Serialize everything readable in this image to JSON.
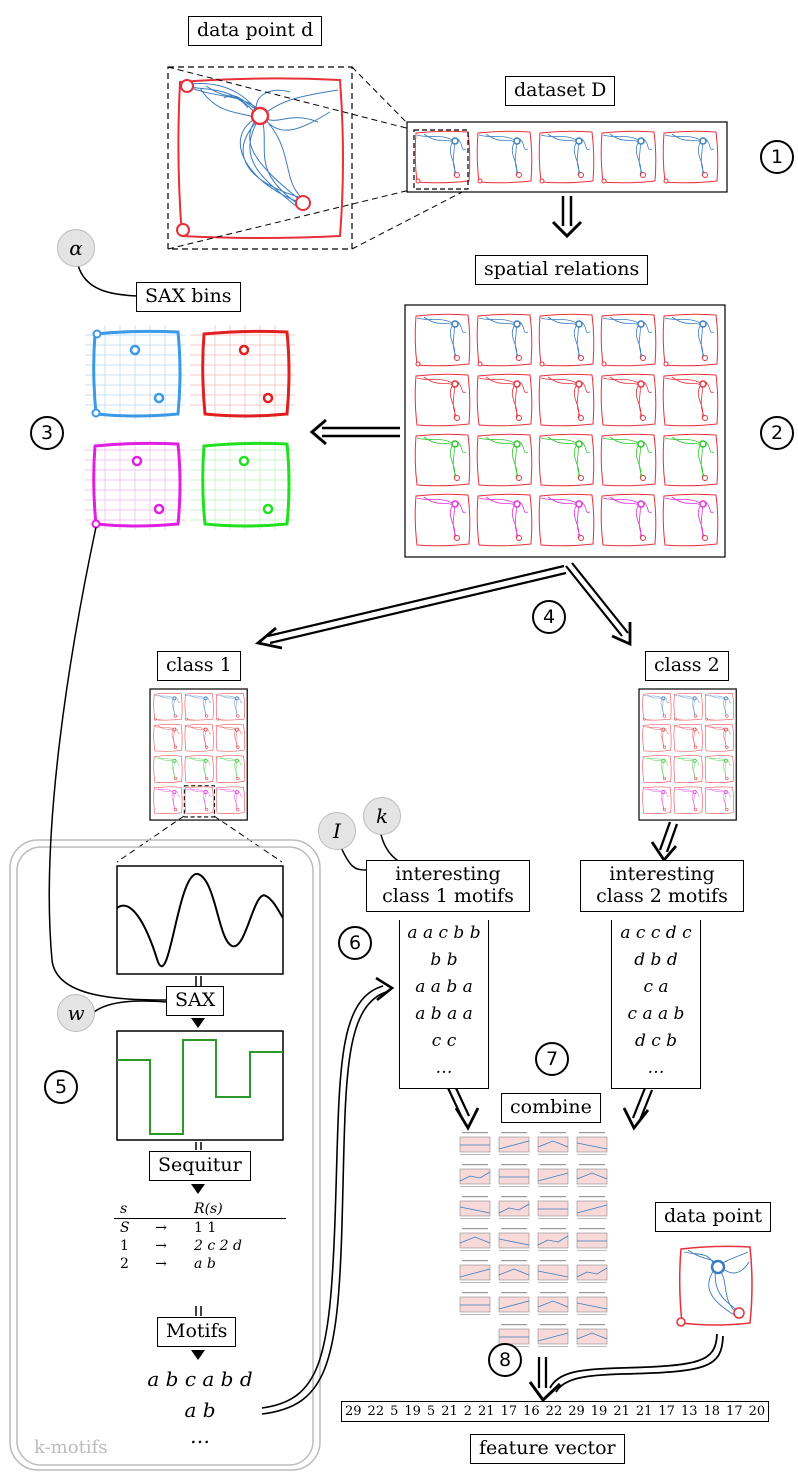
{
  "labels": {
    "data_point_d": "data point d",
    "dataset_D": "dataset D",
    "spatial_relations": "spatial relations",
    "sax_bins": "SAX bins",
    "class1": "class 1",
    "class2": "class 2",
    "interesting1": "interesting class 1 motifs",
    "interesting2": "interesting class 2 motifs",
    "sax": "SAX",
    "sequitur": "Sequitur",
    "motifs": "Motifs",
    "combine": "combine",
    "data_point": "data point",
    "feature_vector": "feature vector",
    "k_motifs": "k-motifs"
  },
  "steps": [
    "1",
    "2",
    "3",
    "4",
    "5",
    "6",
    "7",
    "8"
  ],
  "params": {
    "alpha": "α",
    "I": "I",
    "k": "k",
    "w": "w"
  },
  "class1_motifs": [
    "a a c b b",
    "b b",
    "a a b a",
    "a b a a",
    "c c",
    "…"
  ],
  "class2_motifs": [
    "a c c d c",
    "d b d",
    "c a",
    "c a a b",
    "d c b",
    "…"
  ],
  "grammar": {
    "header": [
      "s",
      "R(s)"
    ],
    "rows": [
      [
        "S",
        "→",
        "1 1"
      ],
      [
        "1",
        "→",
        "2 c 2 d"
      ],
      [
        "2",
        "→",
        "a b"
      ]
    ]
  },
  "motif_output": [
    "a b c a b d",
    "a b",
    "…"
  ],
  "feature_vector": [
    "29",
    "22",
    "5",
    "19",
    "5",
    "21",
    "2",
    "21",
    "17",
    "16",
    "22",
    "29",
    "19",
    "21",
    "21",
    "17",
    "13",
    "18",
    "17",
    "20"
  ],
  "colors": {
    "blue": "#3a7cc0",
    "red": "#e8303a",
    "green": "#2ec72e",
    "magenta": "#e02ee0",
    "grid_blue": "#b9d6ef",
    "grid_red": "#f3b8b8",
    "grid_magenta": "#f2b3f2",
    "grid_green": "#b8f0b8",
    "sax_green": "#2a9a2a",
    "kmotif_gray": "#bbbbbb"
  }
}
